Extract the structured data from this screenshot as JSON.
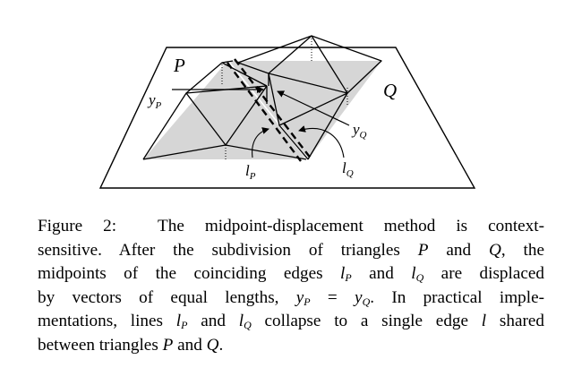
{
  "figure": {
    "label_P": "P",
    "label_Q": "Q",
    "label_yP_main": "y",
    "label_yP_sub": "P",
    "label_yQ_main": "y",
    "label_yQ_sub": "Q",
    "label_lP_main": "l",
    "label_lP_sub": "P",
    "label_lQ_main": "l",
    "label_lQ_sub": "Q"
  },
  "caption": {
    "figure_label": "Figure 2:",
    "l1_text": "The midpoint-displacement method is context-",
    "l2_a": "sensitive.  After the subdivision of triangles ",
    "l2_P": "P",
    "l2_b": " and ",
    "l2_Q": "Q",
    "l2_c": ", the",
    "l3_a": "midpoints of the coinciding edges ",
    "l3_l1": "l",
    "l3_sub1": "P",
    "l3_b": " and ",
    "l3_l2": "l",
    "l3_sub2": "Q",
    "l3_c": " are displaced",
    "l4_a": "by vectors of equal lengths, ",
    "l4_y1": "y",
    "l4_sub1": "P",
    "l4_eq": " = ",
    "l4_y2": "y",
    "l4_sub2": "Q",
    "l4_b": ".  In practical imple-",
    "l5_a": "mentations, lines ",
    "l5_l1": "l",
    "l5_sub1": "P",
    "l5_b": " and ",
    "l5_l2": "l",
    "l5_sub2": "Q",
    "l5_c": " collapse to a single edge ",
    "l5_l": "l",
    "l5_d": " shared",
    "l6_a": "between triangles ",
    "l6_P": "P",
    "l6_b": " and ",
    "l6_Q": "Q",
    "l6_c": "."
  }
}
